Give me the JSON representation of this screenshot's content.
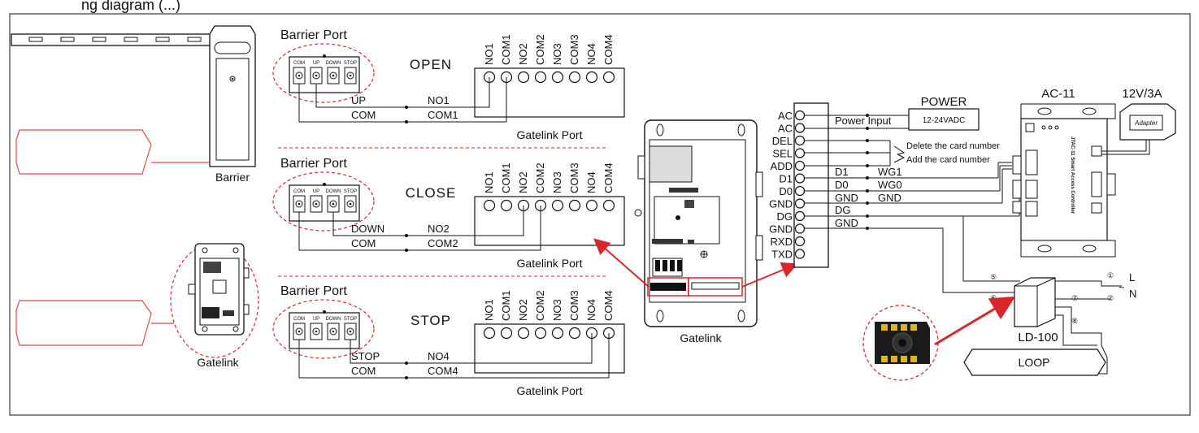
{
  "header": {
    "partial_title": "ng diagram (...)"
  },
  "barrier": {
    "label": "Barrier"
  },
  "sections": [
    {
      "port_title": "Barrier Port",
      "action": "OPEN",
      "terminals": [
        "COM",
        "UP",
        "DOWN",
        "STOP"
      ],
      "wire_labels": [
        "UP",
        "COM"
      ],
      "link_labels": [
        "NO1",
        "COM1"
      ],
      "gatelink_port": "Gatelink Port"
    },
    {
      "port_title": "Barrier Port",
      "action": "CLOSE",
      "terminals": [
        "COM",
        "UP",
        "DOWN",
        "STOP"
      ],
      "wire_labels": [
        "DOWN",
        "COM"
      ],
      "link_labels": [
        "NO2",
        "COM2"
      ],
      "gatelink_port": "Gatelink Port"
    },
    {
      "port_title": "Barrier Port",
      "action": "STOP",
      "terminals": [
        "COM",
        "UP",
        "DOWN",
        "STOP"
      ],
      "wire_labels": [
        "STOP",
        "COM"
      ],
      "link_labels": [
        "NO4",
        "COM4"
      ],
      "gatelink_port": "Gatelink Port"
    }
  ],
  "port_pins": [
    "NO1",
    "COM1",
    "NO2",
    "COM2",
    "NO3",
    "COM3",
    "NO4",
    "COM4"
  ],
  "gatelink": {
    "label": "Gatelink",
    "small_label": "Gatelink"
  },
  "terminal_block": [
    "AC",
    "AC",
    "DEL",
    "SEL",
    "ADD",
    "D1",
    "D0",
    "GND",
    "DG",
    "GND",
    "RXD",
    "TXD"
  ],
  "wiring": {
    "power_input": "Power Input",
    "d1": "D1",
    "wg1": "WG1",
    "d0": "D0",
    "wg0": "WG0",
    "gnd1": "GND",
    "gnd2": "GND",
    "dg": "DG",
    "gnd3": "GND",
    "delete_card": "Delete the card number",
    "add_card": "Add the card number"
  },
  "power": {
    "title": "POWER",
    "spec": "12-24VADC"
  },
  "controller": {
    "title": "AC-11",
    "side_text": "JTAC-11 Smart Access Controller"
  },
  "adapter": {
    "title": "12V/3A",
    "label": "Adapter"
  },
  "detector": {
    "label": "LD-100",
    "loop": "LOOP",
    "terminals": [
      "①",
      "②",
      "⑤",
      "⑥",
      "⑦",
      "⑧"
    ],
    "phase_l": "L",
    "phase_n": "N",
    "ac_symbol": "~"
  },
  "colors": {
    "accent_red": "#d9262b",
    "callout_red": "#e04848",
    "line": "#111111",
    "dashed": "#d42a2a"
  }
}
